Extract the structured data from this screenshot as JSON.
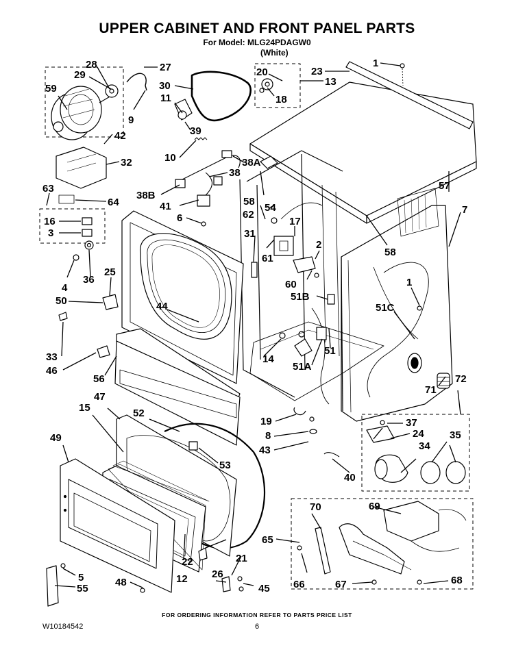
{
  "header": {
    "title": "UPPER CABINET AND FRONT PANEL PARTS",
    "model_line": "For Model: MLG24PDAGW0",
    "color_line": "(White)"
  },
  "callouts": {
    "p1": "1",
    "p1b": "1",
    "p2": "2",
    "p3": "3",
    "p4": "4",
    "p5": "5",
    "p6": "6",
    "p7": "7",
    "p8": "8",
    "p9": "9",
    "p10": "10",
    "p11": "11",
    "p12": "12",
    "p13": "13",
    "p14": "14",
    "p15": "15",
    "p16": "16",
    "p17": "17",
    "p18": "18",
    "p19": "19",
    "p20": "20",
    "p21": "21",
    "p22": "22",
    "p23": "23",
    "p24": "24",
    "p25": "25",
    "p26": "26",
    "p27": "27",
    "p28": "28",
    "p29": "29",
    "p30": "30",
    "p31": "31",
    "p32": "32",
    "p33": "33",
    "p34": "34",
    "p35": "35",
    "p36": "36",
    "p37": "37",
    "p38": "38",
    "p38a": "38A",
    "p38b": "38B",
    "p39": "39",
    "p40": "40",
    "p41": "41",
    "p42": "42",
    "p43": "43",
    "p44": "44",
    "p45": "45",
    "p46": "46",
    "p47": "47",
    "p48": "48",
    "p49": "49",
    "p50": "50",
    "p51": "51",
    "p51a": "51A",
    "p51b": "51B",
    "p51c": "51C",
    "p52": "52",
    "p53": "53",
    "p54": "54",
    "p55": "55",
    "p56": "56",
    "p57": "57",
    "p58": "58",
    "p58b": "58",
    "p59": "59",
    "p60": "60",
    "p61": "61",
    "p62": "62",
    "p63": "63",
    "p64": "64",
    "p65": "65",
    "p66": "66",
    "p67": "67",
    "p68": "68",
    "p69": "69",
    "p70": "70",
    "p71": "71",
    "p72": "72"
  },
  "footer": {
    "ordering_note": "FOR ORDERING INFORMATION REFER TO PARTS PRICE LIST",
    "doc_number": "W10184542",
    "page_number": "6"
  }
}
